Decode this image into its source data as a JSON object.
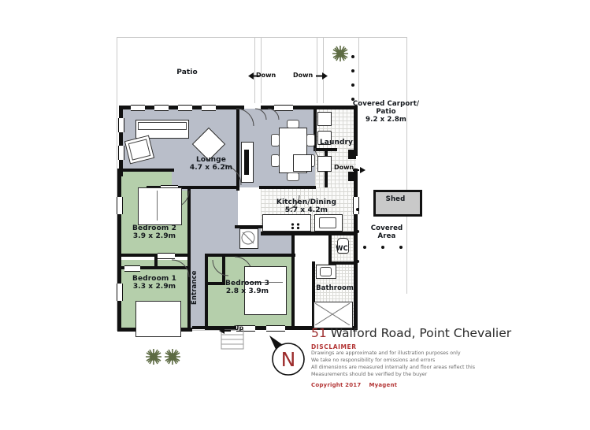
{
  "document": {
    "type": "floor-plan",
    "title": "51 Walford Road, Point Chevalier",
    "address_number": "51",
    "address_street": "Walford Road, Point Chevalier"
  },
  "rooms": [
    {
      "key": "patio",
      "name": "Patio",
      "dims": ""
    },
    {
      "key": "lounge",
      "name": "Lounge",
      "dims": "4.7 x 6.2m"
    },
    {
      "key": "kitchen",
      "name": "Kitchen/Dining",
      "dims": "5.7 x 4.2m"
    },
    {
      "key": "laundry",
      "name": "Laundry",
      "dims": ""
    },
    {
      "key": "bed1",
      "name": "Bedroom 1",
      "dims": "3.3 x 2.9m"
    },
    {
      "key": "bed2",
      "name": "Bedroom 2",
      "dims": "3.9 x 2.9m"
    },
    {
      "key": "bed3",
      "name": "Bedroom 3",
      "dims": "2.8 x 3.9m"
    },
    {
      "key": "bathroom",
      "name": "Bathroom",
      "dims": ""
    },
    {
      "key": "wc",
      "name": "WC",
      "dims": ""
    },
    {
      "key": "entrance",
      "name": "Entrance",
      "dims": ""
    },
    {
      "key": "carport",
      "name": "Covered Carport/",
      "name2": "Patio",
      "dims": "9.2 x 2.8m"
    },
    {
      "key": "shed",
      "name": "Shed",
      "dims": ""
    },
    {
      "key": "covered",
      "name": "Covered",
      "name2": "Area",
      "dims": ""
    }
  ],
  "labels": {
    "patio": "Patio",
    "lounge": "Lounge",
    "lounge_dims": "4.7 x 6.2m",
    "kitchen": "Kitchen/Dining",
    "kitchen_dims": "5.7 x 4.2m",
    "laundry": "Laundry",
    "bed1": "Bedroom 1",
    "bed1_dims": "3.3 x 2.9m",
    "bed2": "Bedroom 2",
    "bed2_dims": "3.9 x 2.9m",
    "bed3": "Bedroom 3",
    "bed3_dims": "2.8 x 3.9m",
    "bathroom": "Bathroom",
    "wc": "WC",
    "entrance": "Entrance",
    "carport_l1": "Covered Carport/",
    "carport_l2": "Patio",
    "carport_dims": "9.2 x 2.8m",
    "shed": "Shed",
    "covered_l1": "Covered",
    "covered_l2": "Area"
  },
  "stairs": [
    {
      "key": "down-left",
      "text": "Down",
      "direction": "left"
    },
    {
      "key": "down-right",
      "text": "Down",
      "direction": "right"
    },
    {
      "key": "down-service",
      "text": "Down",
      "direction": "right"
    },
    {
      "key": "up-entry",
      "text": "Up",
      "direction": "left"
    }
  ],
  "compass": {
    "label": "N"
  },
  "title_block": {
    "address": "51 Walford Road, Point Chevalier",
    "address_number": "51",
    "address_rest": " Walford Road, Point Chevalier",
    "disclaimer_heading": "DISCLAIMER",
    "disclaimer_lines": [
      "Drawings are approximate and for illustration purposes only",
      "We take no responsibility for omissions and errors",
      "All dimensions are measured internally and floor areas reflect this",
      "Measurements should be verified by the buyer"
    ],
    "copyright": "Copyright 2017",
    "agent": "Myagent"
  },
  "colors": {
    "wall": "#111111",
    "living_fill": "#b9bec9",
    "bedroom_fill": "#b5cfab",
    "tile_fill": "#fbfbfa",
    "accent_red": "#b33636",
    "address_number": "#9c2b2b",
    "tree": "#5d6b43",
    "background": "#ffffff"
  },
  "icons": {
    "compass": "compass-north-icon",
    "tree": "tree-icon",
    "arrow": "arrow-icon"
  }
}
